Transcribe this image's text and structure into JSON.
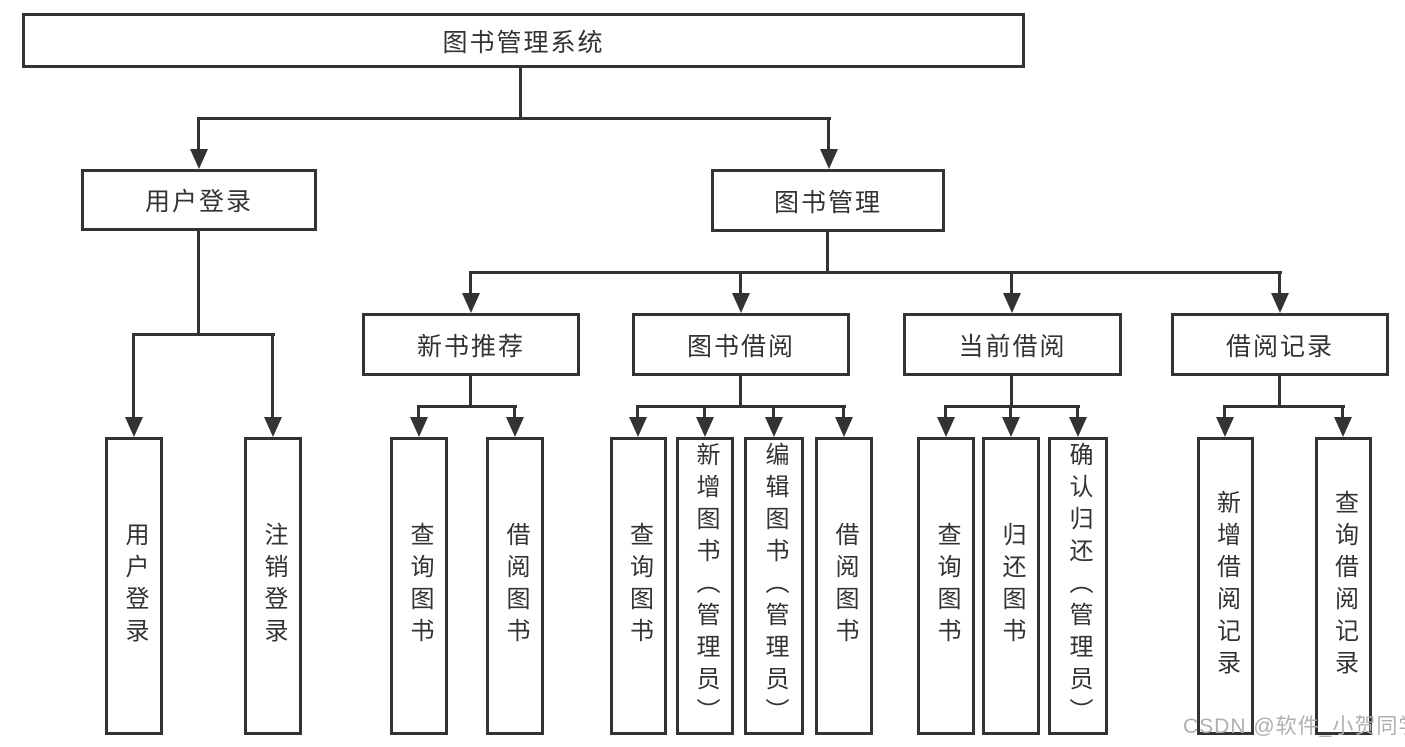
{
  "root": {
    "label": "图书管理系统"
  },
  "branches": [
    {
      "label": "用户登录",
      "children": [
        {
          "label": "用户登录"
        },
        {
          "label": "注销登录"
        }
      ]
    },
    {
      "label": "图书管理",
      "children": [
        {
          "label": "新书推荐",
          "children": [
            {
              "label": "查询图书"
            },
            {
              "label": "借阅图书"
            }
          ]
        },
        {
          "label": "图书借阅",
          "children": [
            {
              "label": "查询图书"
            },
            {
              "label": "新增图书（管理员）"
            },
            {
              "label": "编辑图书（管理员）"
            },
            {
              "label": "借阅图书"
            }
          ]
        },
        {
          "label": "当前借阅",
          "children": [
            {
              "label": "查询图书"
            },
            {
              "label": "归还图书"
            },
            {
              "label": "确认归还（管理员）"
            }
          ]
        },
        {
          "label": "借阅记录",
          "children": [
            {
              "label": "新增借阅记录"
            },
            {
              "label": "查询借阅记录"
            }
          ]
        }
      ]
    }
  ],
  "watermark": "CSDN @软件_小贺同学",
  "colors": {
    "line": "#333333",
    "text": "#333333",
    "watermark": "#b0b0b0",
    "background": "#ffffff"
  }
}
